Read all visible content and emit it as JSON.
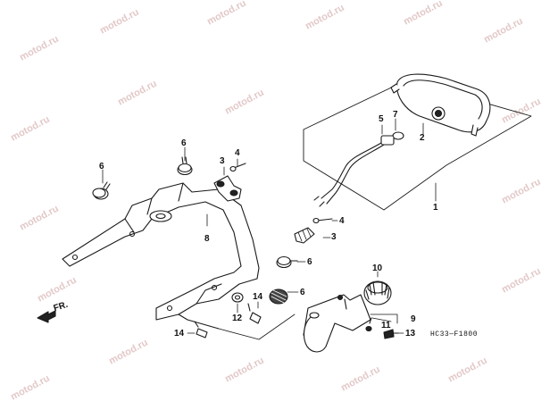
{
  "watermark_text": "motod.ru",
  "diagram_code": "HC33—F1800",
  "direction_label": "FR.",
  "callouts": [
    "1",
    "2",
    "3",
    "3",
    "4",
    "4",
    "5",
    "6",
    "6",
    "6",
    "6",
    "7",
    "8",
    "9",
    "10",
    "11",
    "12",
    "13",
    "14",
    "14"
  ],
  "colors": {
    "line": "#1a1a1a",
    "watermark": "#e3c8c8",
    "part_fill": "#ffffff",
    "dark": "#222222"
  }
}
